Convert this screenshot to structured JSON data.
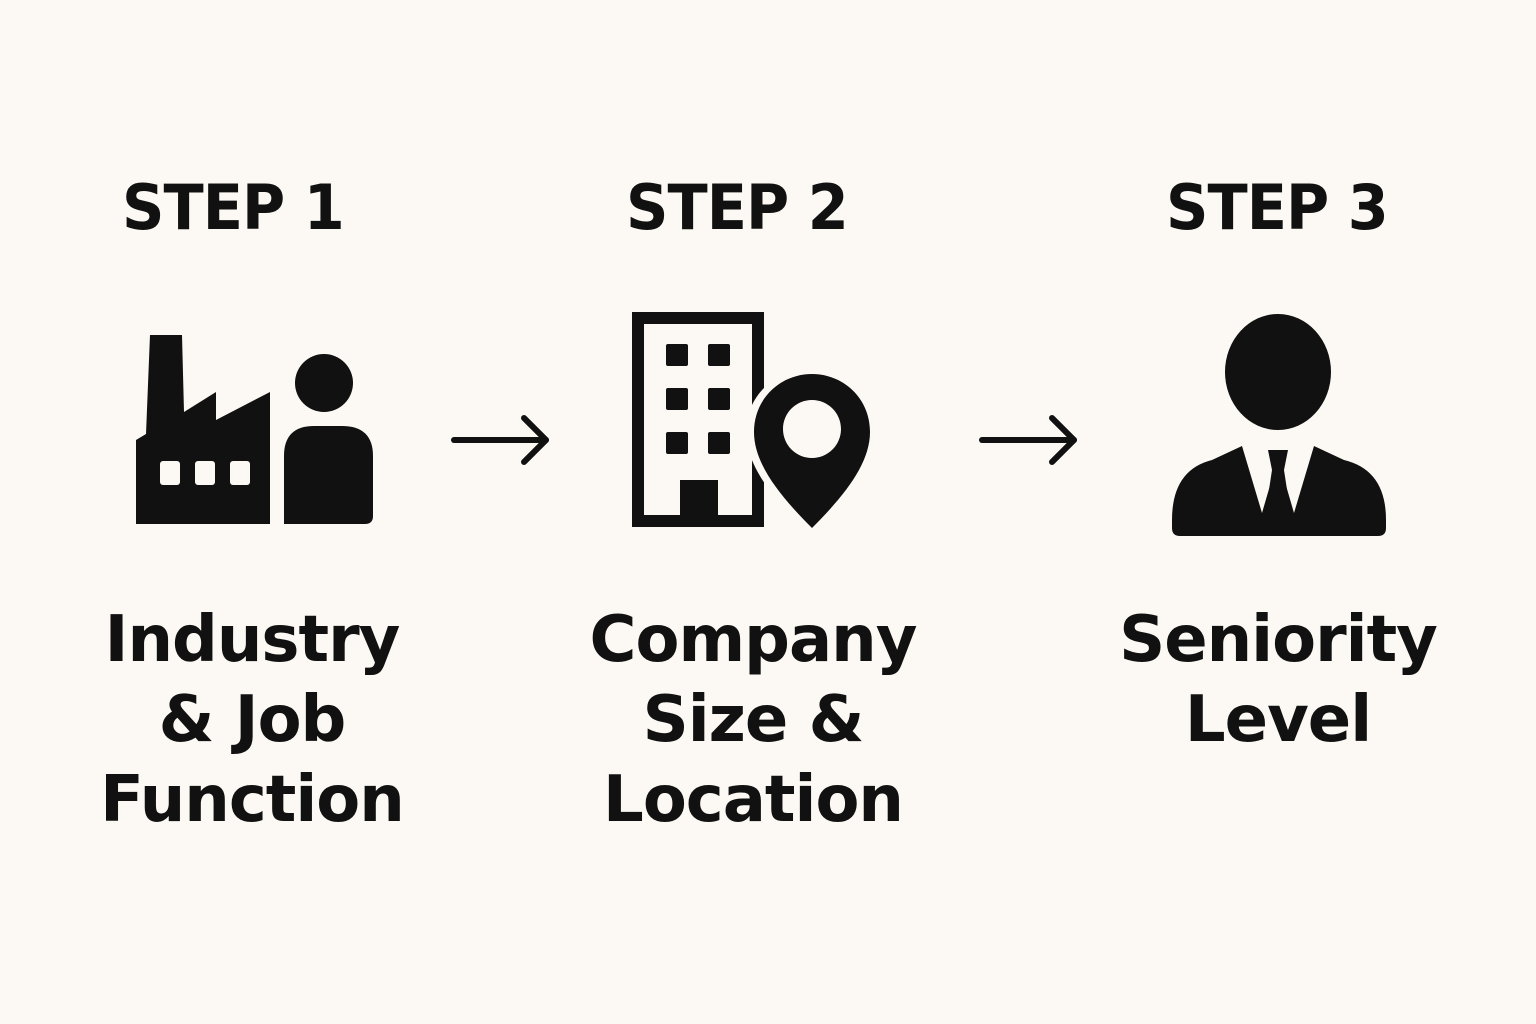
{
  "steps": [
    {
      "heading": "STEP 1",
      "label": "Industry\n& Job\nFunction",
      "icon": "factory-with-person-icon"
    },
    {
      "heading": "STEP 2",
      "label": "Company\nSize &\nLocation",
      "icon": "building-with-location-pin-icon"
    },
    {
      "heading": "STEP 3",
      "label": "Seniority\nLevel",
      "icon": "business-person-icon"
    }
  ],
  "connectors": [
    "arrow-right-icon",
    "arrow-right-icon"
  ],
  "colors": {
    "background": "#fcf9f4",
    "ink": "#111111"
  }
}
